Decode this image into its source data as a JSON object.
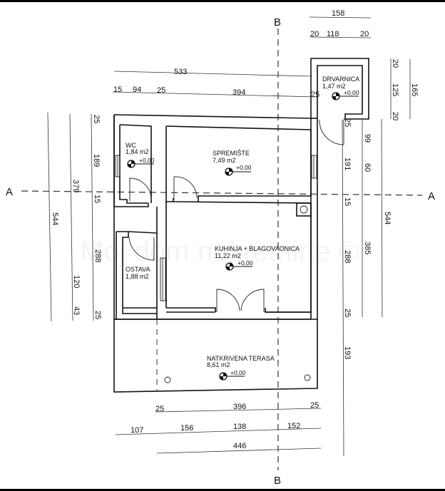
{
  "drawing": {
    "type": "floor-plan",
    "watermark": "Moj dom nekretnine ©",
    "section_markers": {
      "a_left": "A",
      "a_right": "A",
      "b_top": "B",
      "b_bottom": "B"
    },
    "rooms": [
      {
        "name": "DRVARNICA",
        "area": "1,47 m2",
        "level": "+0,00"
      },
      {
        "name": "WC",
        "area": "1,84 m2",
        "level": "+0,00"
      },
      {
        "name": "SPREMIŠTE",
        "area": "7,49 m2",
        "level": "+0,00"
      },
      {
        "name": "OSTAVA",
        "area": "1,88 m2",
        "level": ""
      },
      {
        "name": "KUHINJA + BLAGOVAONICA",
        "area": "11,22 m2",
        "level": "+0,00"
      },
      {
        "name": "NATKRIVENA TERASA",
        "area": "8,61 m2",
        "level": "+0,00"
      }
    ],
    "dimensions": {
      "top_drvarnica_total": "158",
      "top_drvarnica_parts": [
        "20",
        "118",
        "20"
      ],
      "top_overall": "533",
      "top_parts": [
        "15",
        "94",
        "25",
        "394",
        "25"
      ],
      "right_drvarnica_parts": [
        "20",
        "125",
        "20"
      ],
      "right_drvarnica_total": "165",
      "right_inner": [
        "25",
        "191",
        "15",
        "288",
        "25",
        "193"
      ],
      "right_mid": [
        "99",
        "60",
        "385"
      ],
      "right_overall": "544",
      "left_inner": [
        "25",
        "189",
        "15",
        "288",
        "25"
      ],
      "left_mid": [
        "379",
        "120",
        "43"
      ],
      "left_overall": "544",
      "bottom_row1": [
        "25",
        "396",
        "25"
      ],
      "bottom_row2": [
        "107",
        "156",
        "138",
        "152"
      ],
      "bottom_overall": "446"
    }
  }
}
